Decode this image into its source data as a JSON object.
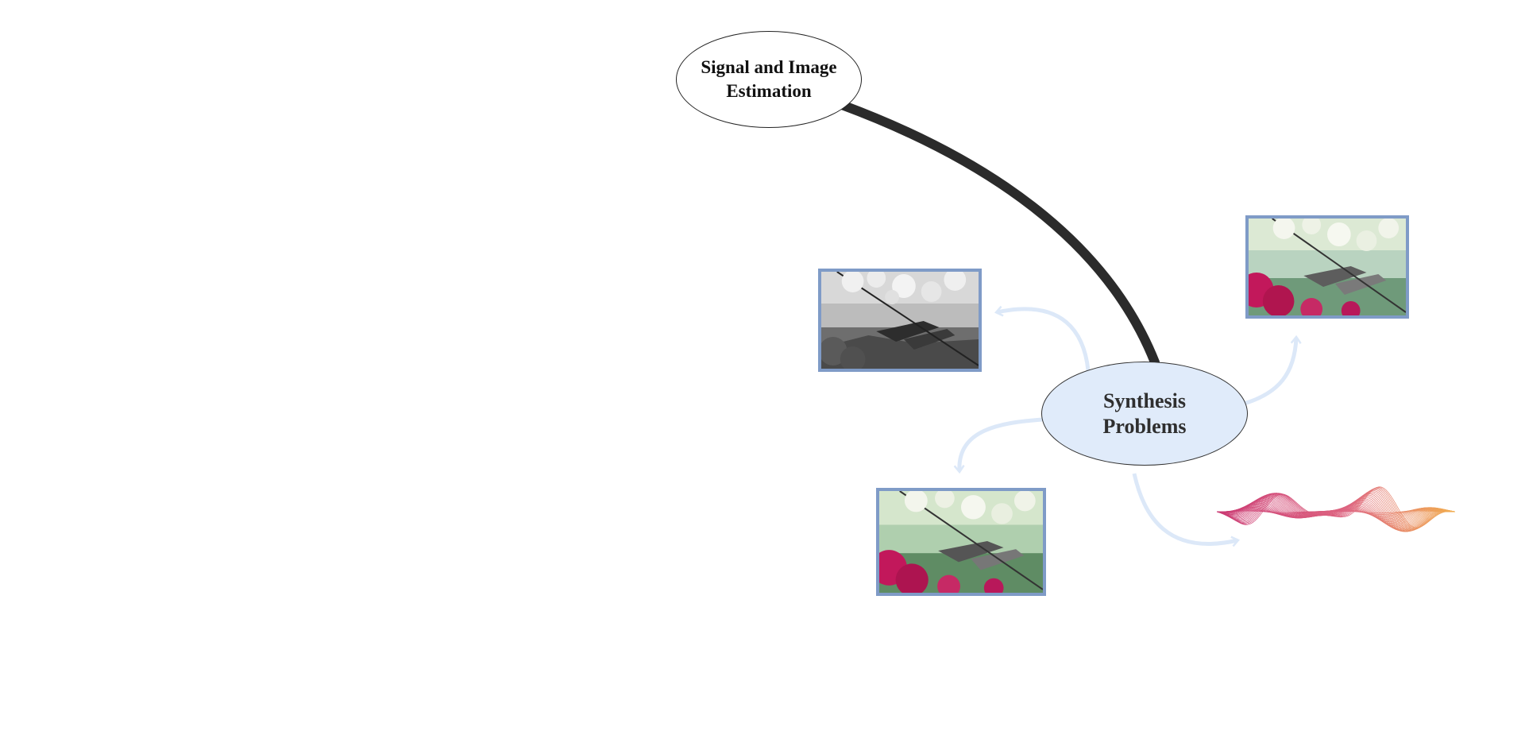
{
  "diagram": {
    "root_node": {
      "line1": "Signal and Image",
      "line2": "Estimation"
    },
    "center_node": {
      "line1": "Synthesis",
      "line2": "Problems"
    }
  },
  "colors": {
    "main_link": "#2b2b2b",
    "arrow_link": "#dce8f8",
    "center_fill": "#e0ebfa",
    "photo_border": "#7f9bc7",
    "wave_start": "#c2185b",
    "wave_end": "#f0a030"
  },
  "images": [
    {
      "name": "grayscale-lake-photo"
    },
    {
      "name": "color-lake-photo"
    },
    {
      "name": "color-lake-photo"
    },
    {
      "name": "waveform-graphic"
    }
  ]
}
